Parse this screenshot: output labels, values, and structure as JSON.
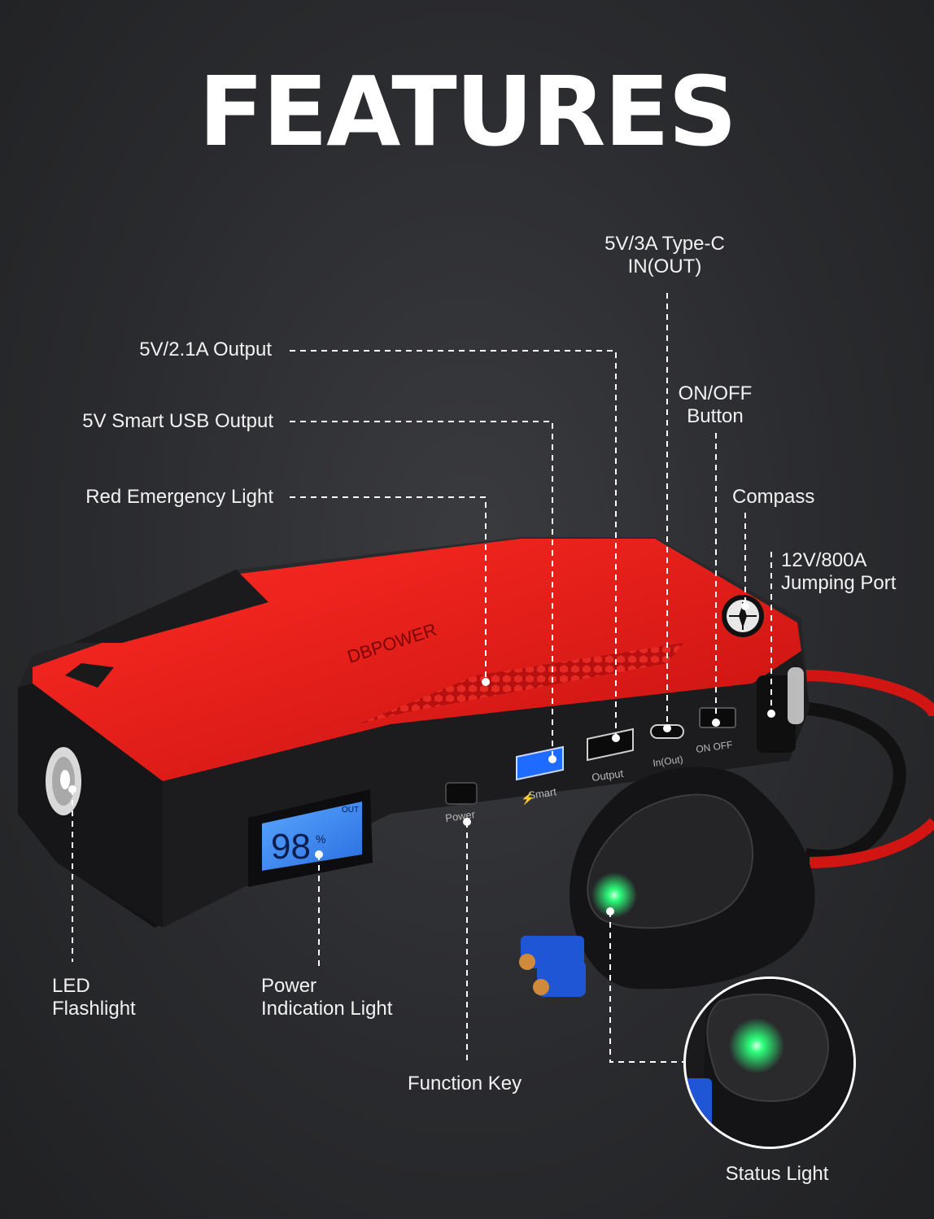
{
  "title": "FEATURES",
  "device": {
    "brand": "DBPOWER",
    "lcd_reading": "98",
    "lcd_unit": "%",
    "lcd_out": "OUT",
    "port_labels": {
      "smart": "Smart",
      "output": "Output",
      "in_out": "In(Out)",
      "on_off": "ON OFF",
      "power": "Power"
    }
  },
  "callouts": {
    "type_c": "5V/3A Type-C\nIN(OUT)",
    "output_21a": "5V/2.1A Output",
    "smart_usb": "5V Smart USB Output",
    "on_off_button": "ON/OFF\nButton",
    "emergency_light": "Red Emergency Light",
    "compass": "Compass",
    "jumping_port": "12V/800A\nJumping Port",
    "led_flashlight": "LED\nFlashlight",
    "power_indication": "Power\nIndication Light",
    "function_key": "Function Key",
    "status_light": "Status Light"
  },
  "colors": {
    "background": "#2a2b2e",
    "device_red": "#e0201e",
    "device_black": "#1b1b1d",
    "lcd_blue": "#3d8ff5",
    "status_green": "#2cff7a",
    "connector_blue": "#1f56d6"
  }
}
